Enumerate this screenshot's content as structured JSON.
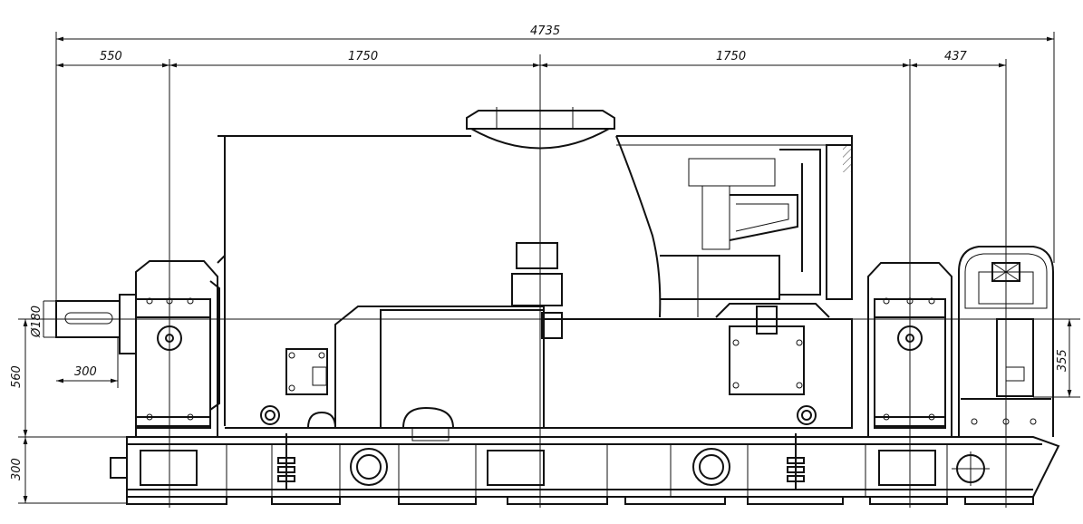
{
  "drawing": {
    "dimensions": {
      "total_length": "4735",
      "left_shaft_offset": "550",
      "left_span": "1750",
      "right_span": "1750",
      "right_offset": "437",
      "shaft_diameter": "Ø180",
      "shaft_extension": "300",
      "shaft_height": "560",
      "frame_height": "300",
      "right_axis_height": "355"
    }
  }
}
